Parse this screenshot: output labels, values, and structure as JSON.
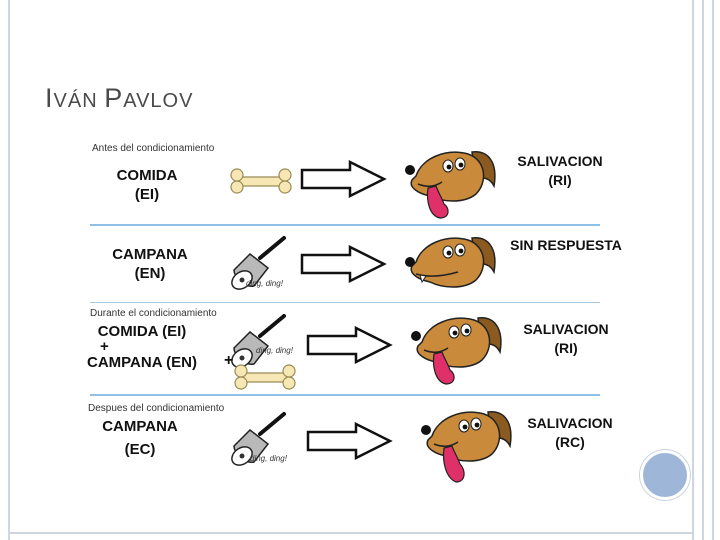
{
  "slide": {
    "title_initial_1": "I",
    "title_rest_1": "VÁN ",
    "title_initial_2": "P",
    "title_rest_2": "AVLOV"
  },
  "diagram": {
    "rows": [
      {
        "section": "Antes del condicionamiento",
        "stimulus_lines": [
          "COMIDA",
          "(EI)"
        ],
        "response_lines": [
          "SALIVACION",
          "(RI)"
        ]
      },
      {
        "section": "",
        "stimulus_lines": [
          "CAMPANA",
          "(EN)"
        ],
        "bell_text": "ding, ding!",
        "response_lines": [
          "SIN RESPUESTA"
        ]
      },
      {
        "section": "Durante el condicionamiento",
        "stimulus_lines": [
          "COMIDA (EI)",
          "+",
          "CAMPANA (EN)"
        ],
        "plus_sign": "+",
        "bell_text": "ding, ding!",
        "response_lines": [
          "SALIVACION",
          "(RI)"
        ]
      },
      {
        "section": "Despues del condicionamiento",
        "stimulus_lines": [
          "CAMPANA",
          "(EC)"
        ],
        "bell_text": "ding, ding!",
        "response_lines": [
          "SALIVACION",
          "(RC)"
        ]
      }
    ]
  },
  "icons": {
    "bone": "bone-icon",
    "bell": "bell-icon",
    "arrow": "arrow-icon",
    "dog": "dog-icon"
  },
  "colors": {
    "separator": "#8fc1e8",
    "dog_fur": "#c98a3c",
    "tongue": "#e0306a",
    "bone": "#f6e7b5",
    "accent_circle": "#9eb6d8"
  }
}
